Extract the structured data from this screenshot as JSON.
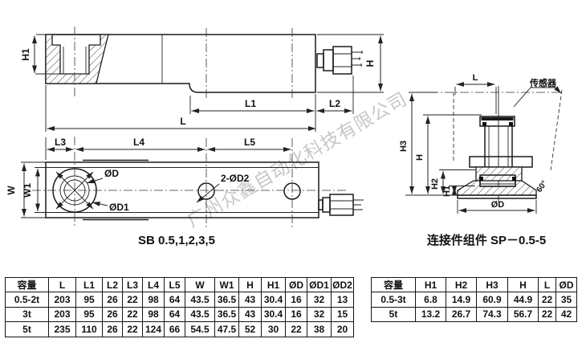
{
  "watermark": "广州众鑫自动化科技有限公司",
  "labels": {
    "side": {
      "h1": "H1",
      "l1": "L1",
      "l2": "L2",
      "l": "L",
      "h": "H"
    },
    "top": {
      "l3": "L3",
      "l4": "L4",
      "l5": "L5",
      "w": "W",
      "w1": "W1",
      "od": "ØD",
      "od1": "ØD1",
      "od2": "2-ØD2"
    },
    "sp": {
      "l": "L",
      "h3": "H3",
      "h": "H",
      "h2": "H2",
      "h1": "H1",
      "od": "ØD",
      "sensor": "传感器",
      "angle": "60°"
    },
    "sb_caption": "SB 0.5,1,2,3,5",
    "sp_caption": "连接件组件 SP－0.5-5"
  },
  "tables": {
    "sb": {
      "headers": [
        "容量",
        "L",
        "L1",
        "L2",
        "L3",
        "L4",
        "L5",
        "W",
        "W1",
        "H",
        "H1",
        "ØD",
        "ØD1",
        "ØD2"
      ],
      "rows": [
        [
          "0.5-2t",
          "203",
          "95",
          "26",
          "22",
          "98",
          "64",
          "43.5",
          "36.5",
          "43",
          "30.4",
          "16",
          "32",
          "13"
        ],
        [
          "3t",
          "203",
          "95",
          "26",
          "22",
          "98",
          "64",
          "43.5",
          "36.5",
          "43",
          "30.4",
          "16",
          "32",
          "15"
        ],
        [
          "5t",
          "235",
          "110",
          "26",
          "22",
          "124",
          "66",
          "54.5",
          "47.5",
          "52",
          "30",
          "22",
          "38",
          "20"
        ]
      ]
    },
    "sp": {
      "headers": [
        "容量",
        "H1",
        "H2",
        "H3",
        "H",
        "L",
        "ØD"
      ],
      "rows": [
        [
          "0.5-3t",
          "6.8",
          "14.9",
          "60.9",
          "44.9",
          "22",
          "35"
        ],
        [
          "5t",
          "13.2",
          "26.7",
          "74.3",
          "56.7",
          "22",
          "42"
        ]
      ]
    }
  }
}
